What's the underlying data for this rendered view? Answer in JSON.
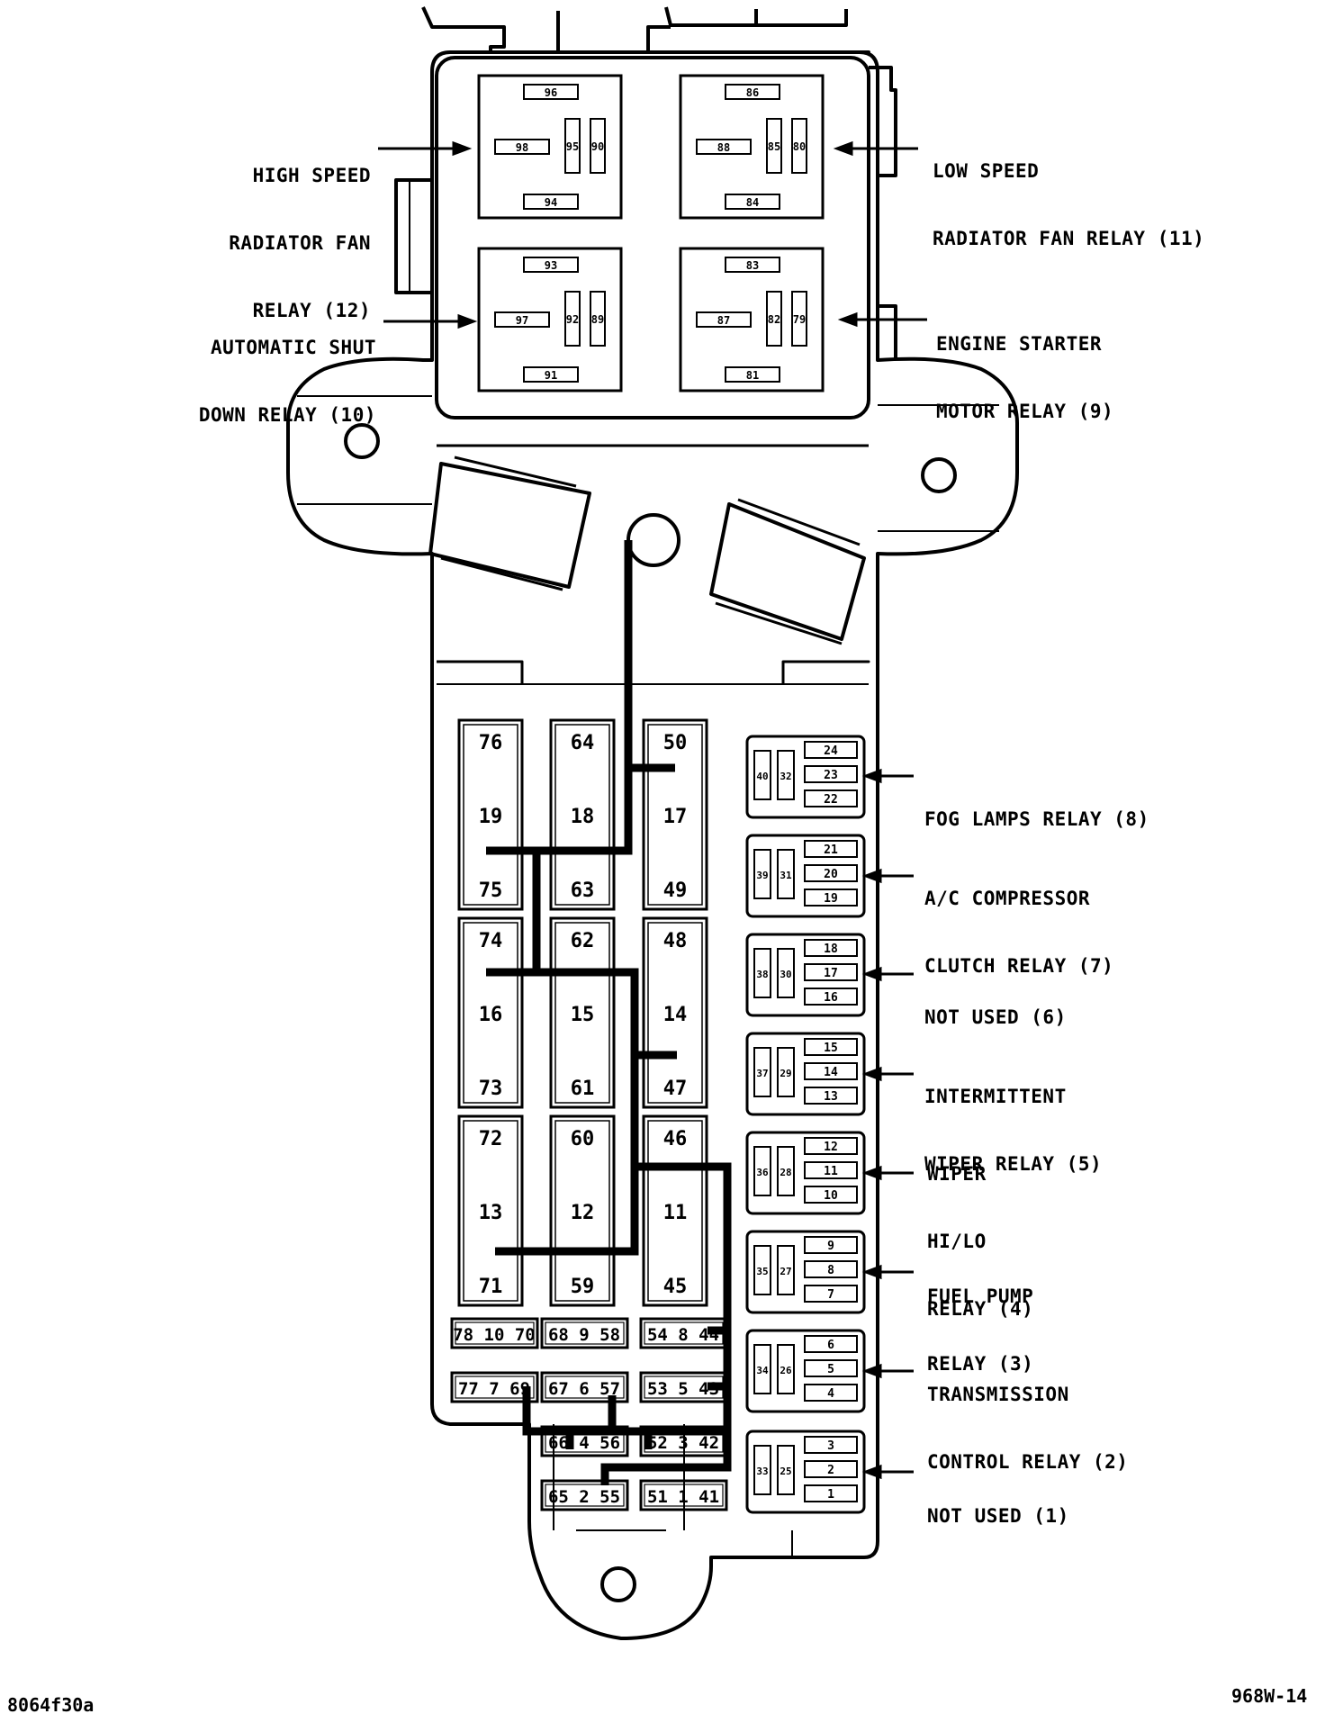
{
  "top_relays": [
    {
      "terms": [
        "96",
        "98",
        "95",
        "90",
        "94"
      ]
    },
    {
      "terms": [
        "86",
        "88",
        "85",
        "80",
        "84"
      ]
    },
    {
      "terms": [
        "93",
        "97",
        "92",
        "89",
        "91"
      ]
    },
    {
      "terms": [
        "83",
        "87",
        "82",
        "79",
        "81"
      ]
    }
  ],
  "fuse_columns": [
    [
      [
        "76",
        "19",
        "75"
      ],
      [
        "74",
        "16",
        "73"
      ],
      [
        "72",
        "13",
        "71"
      ]
    ],
    [
      [
        "64",
        "18",
        "63"
      ],
      [
        "62",
        "15",
        "61"
      ],
      [
        "60",
        "12",
        "59"
      ]
    ],
    [
      [
        "50",
        "17",
        "49"
      ],
      [
        "48",
        "14",
        "47"
      ],
      [
        "46",
        "11",
        "45"
      ]
    ]
  ],
  "small_fuse_rows": [
    [
      "78 10 70",
      "68 9 58",
      "54 8 44"
    ],
    [
      "77 7 69",
      "67 6 57",
      "53 5 43"
    ],
    [
      "66 4 56",
      "52 3 42"
    ],
    [
      "65 2 55",
      "51 1 41"
    ]
  ],
  "side_relays": [
    {
      "a": "40",
      "b": "32",
      "terms": [
        "24",
        "23",
        "22"
      ]
    },
    {
      "a": "39",
      "b": "31",
      "terms": [
        "21",
        "20",
        "19"
      ]
    },
    {
      "a": "38",
      "b": "30",
      "terms": [
        "18",
        "17",
        "16"
      ]
    },
    {
      "a": "37",
      "b": "29",
      "terms": [
        "15",
        "14",
        "13"
      ]
    },
    {
      "a": "36",
      "b": "28",
      "terms": [
        "12",
        "11",
        "10"
      ]
    },
    {
      "a": "35",
      "b": "27",
      "terms": [
        "9",
        "8",
        "7"
      ]
    },
    {
      "a": "34",
      "b": "26",
      "terms": [
        "6",
        "5",
        "4"
      ]
    },
    {
      "a": "33",
      "b": "25",
      "terms": [
        "3",
        "2",
        "1"
      ]
    }
  ],
  "labels": {
    "high_speed": [
      "HIGH SPEED",
      "RADIATOR FAN",
      "RELAY (12)"
    ],
    "low_speed": [
      "LOW SPEED",
      "RADIATOR FAN RELAY (11)"
    ],
    "auto_shutdown": [
      "AUTOMATIC SHUT",
      "DOWN RELAY (10)"
    ],
    "engine_starter": [
      "ENGINE STARTER",
      "MOTOR RELAY (9)"
    ],
    "fog_lamps": [
      "FOG LAMPS RELAY (8)"
    ],
    "ac_compressor": [
      "A/C COMPRESSOR",
      "CLUTCH RELAY (7)"
    ],
    "not_used_6": [
      "NOT USED (6)"
    ],
    "intermittent_wiper": [
      "INTERMITTENT",
      "WIPER RELAY (5)"
    ],
    "wiper_hilo": [
      "WIPER",
      "HI/LO",
      "RELAY (4)"
    ],
    "fuel_pump": [
      "FUEL PUMP",
      "RELAY (3)"
    ],
    "transmission": [
      "TRANSMISSION",
      "CONTROL RELAY (2)"
    ],
    "not_used_1": [
      "NOT USED (1)"
    ]
  },
  "footer": {
    "left": "8064f30a",
    "right": "968W-14"
  }
}
